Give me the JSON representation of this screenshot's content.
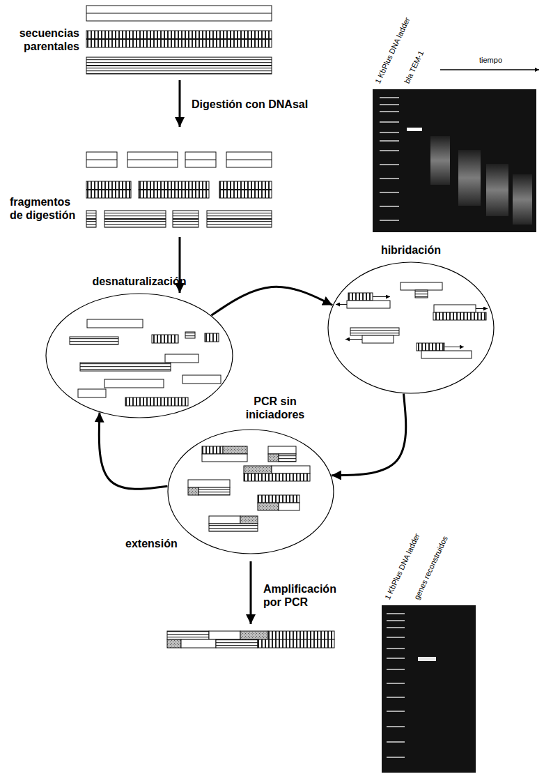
{
  "diagram": {
    "nodes": [
      {
        "text": [
          "desnaturalización"
        ]
      },
      {
        "text": [
          "hibridación"
        ]
      },
      {
        "text": [
          "extensión"
        ]
      }
    ],
    "edges": [
      {
        "from": 0,
        "to": 1,
        "arrow": "to"
      },
      {
        "from": 1,
        "to": 2,
        "arrow": "to"
      },
      {
        "from": 2,
        "to": 0,
        "arrow": "to"
      }
    ],
    "labels": [
      "secuencias parentales",
      "Digestión con DNAsaI",
      "fragmentos de digestión",
      "1 KbPlus DNA ladder",
      "bla TEM-1",
      "tiempo",
      "PCR sin iniciadores",
      "Amplificación por PCR",
      "1 KbPlus DNA ladder",
      "genes reconstruidos"
    ]
  }
}
